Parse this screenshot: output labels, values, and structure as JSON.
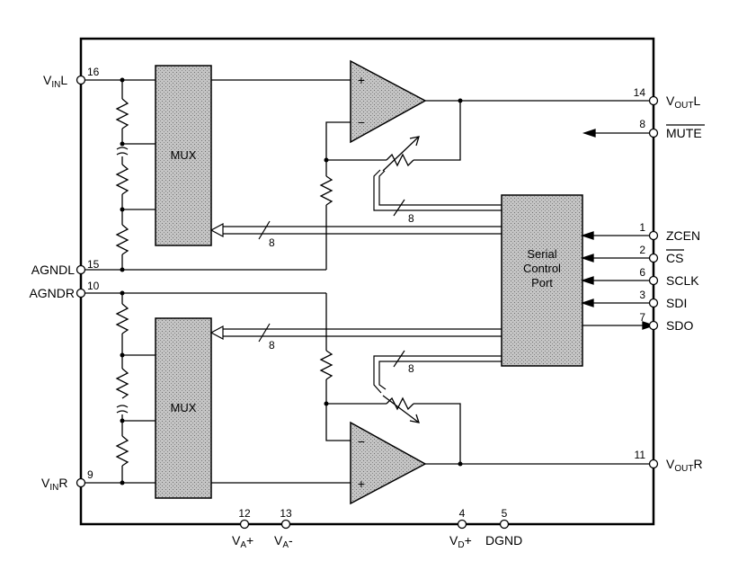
{
  "pins": {
    "vinl": {
      "number": "16",
      "name": "V",
      "sub": "IN",
      "suffix": "L"
    },
    "agndl": {
      "number": "15",
      "name": "AGNDL"
    },
    "agndr": {
      "number": "10",
      "name": "AGNDR"
    },
    "vinr": {
      "number": "9",
      "name": "V",
      "sub": "IN",
      "suffix": "R"
    },
    "voutl": {
      "number": "14",
      "name": "V",
      "sub": "OUT",
      "suffix": "L"
    },
    "mute": {
      "number": "8",
      "name": "MUTE"
    },
    "zcen": {
      "number": "1",
      "name": "ZCEN"
    },
    "cs": {
      "number": "2",
      "name": "CS"
    },
    "sclk": {
      "number": "6",
      "name": "SCLK"
    },
    "sdi": {
      "number": "3",
      "name": "SDI"
    },
    "sdo": {
      "number": "7",
      "name": "SDO"
    },
    "voutr": {
      "number": "11",
      "name": "V",
      "sub": "OUT",
      "suffix": "R"
    },
    "vaplus": {
      "number": "12",
      "name": "V",
      "sub": "A",
      "suffix": "+"
    },
    "vaminus": {
      "number": "13",
      "name": "V",
      "sub": "A",
      "suffix": "-"
    },
    "vdplus": {
      "number": "4",
      "name": "V",
      "sub": "D",
      "suffix": "+"
    },
    "dgnd": {
      "number": "5",
      "name": "DGND"
    }
  },
  "blocks": {
    "mux_top": "MUX",
    "mux_bottom": "MUX",
    "serial_port": [
      "Serial",
      "Control",
      "Port"
    ]
  },
  "amps": {
    "top_plus": "+",
    "top_minus": "−",
    "bottom_minus": "−",
    "bottom_plus": "+"
  },
  "buses": {
    "top_pot": "8",
    "mux_top": "8",
    "mux_bottom": "8",
    "bottom_pot": "8"
  },
  "colors": {
    "ink": "#000000",
    "fill": "#b8b8b8",
    "bus_fill": "#ffffff"
  }
}
